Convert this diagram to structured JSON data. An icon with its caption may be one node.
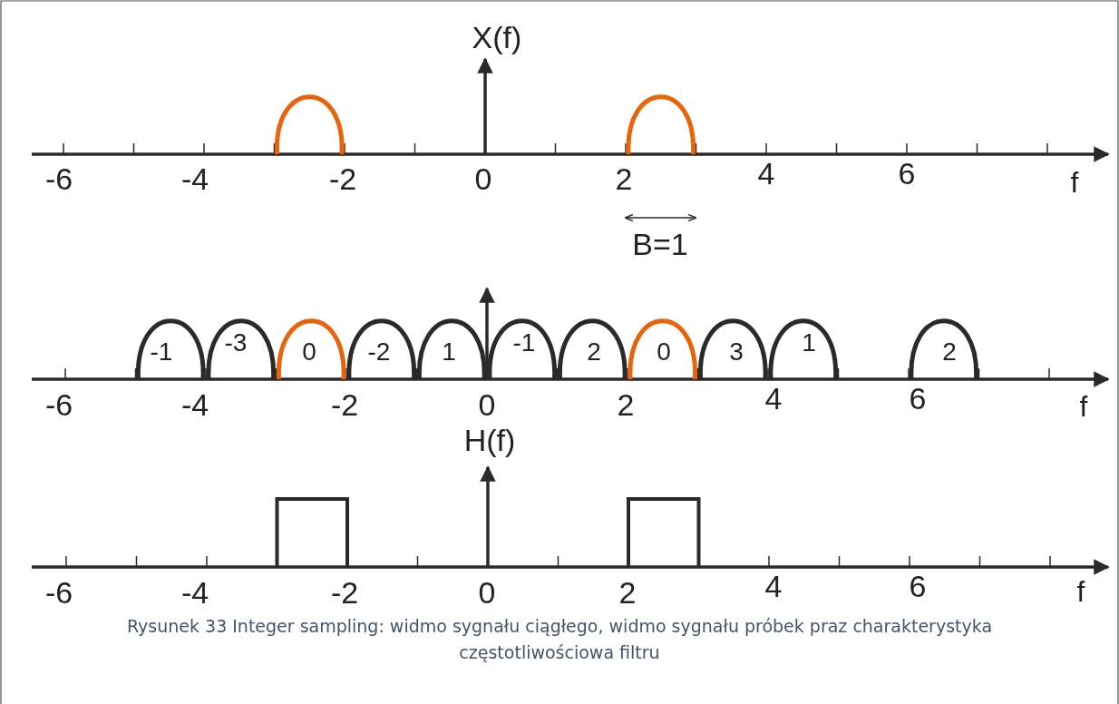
{
  "diagram": {
    "caption": "Rysunek 33 Integer sampling: widmo sygnału ciągłego, widmo sygnału próbek praz charakterystyka częstotliwościowa filtru",
    "labels": [
      "X(f)",
      "-6",
      "-4",
      "-2",
      "0",
      "2",
      "4",
      "6",
      "f",
      "B=1",
      "-1",
      "-3",
      "0",
      "-2",
      "1",
      "-1",
      "2",
      "0",
      "3",
      "1",
      "2",
      "-6",
      "-4",
      "-2",
      "0",
      "2",
      "4",
      "6",
      "f",
      "H(f)",
      "-6",
      "-4",
      "-2",
      "0",
      "2",
      "4",
      "6",
      "f"
    ]
  }
}
